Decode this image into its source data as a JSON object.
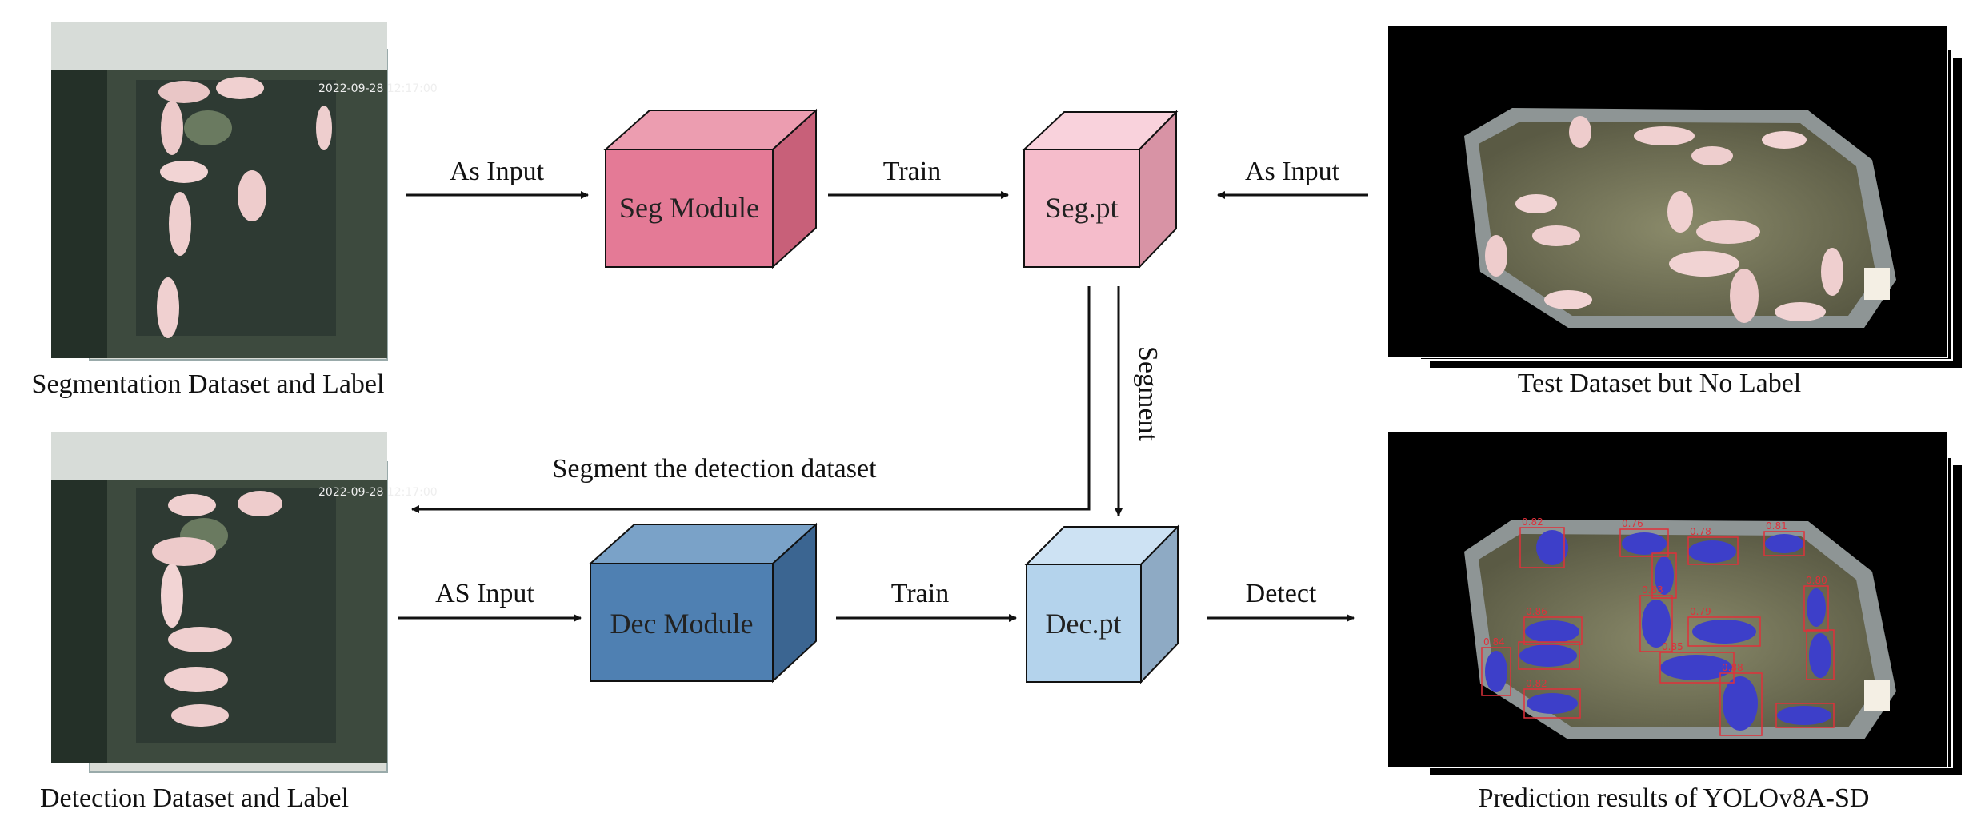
{
  "datasets": {
    "segmentation_label": "Segmentation Dataset and Label",
    "detection_label": "Detection Dataset and Label",
    "test_label": "Test Dataset but No Label",
    "prediction_label": "Prediction results of YOLOv8A-SD",
    "camera_timestamp": "2022-09-28 12:17:00"
  },
  "modules": {
    "seg_module": "Seg Module",
    "dec_module": "Dec Module",
    "seg_weights": "Seg.pt",
    "dec_weights": "Dec.pt"
  },
  "edges": {
    "seg_as_input": "As Input",
    "seg_train": "Train",
    "test_as_input": "As Input",
    "segment": "Segment",
    "segment_detection": "Segment the detection dataset",
    "dec_as_input": "AS Input",
    "dec_train": "Train",
    "detect": "Detect"
  },
  "prediction_scores": [
    "0.82",
    "0.76",
    "0.78",
    "0.81",
    "0.83",
    "0.79",
    "0.85",
    "0.88",
    "0.86",
    "0.84",
    "0.82",
    "0.80"
  ],
  "colors": {
    "seg_front": "#e47a96",
    "seg_top": "#ec9db0",
    "seg_side": "#c86079",
    "segpt_front": "#f5bccb",
    "segpt_top": "#f9d2dc",
    "segpt_side": "#d893a5",
    "dec_front": "#4f80b2",
    "dec_top": "#7aa2c8",
    "dec_side": "#3b6591",
    "decpt_front": "#b4d3ec",
    "decpt_top": "#cde2f3",
    "decpt_side": "#8eaac4",
    "mask_blue": "#3d3fc9",
    "box_red": "#e0303a"
  }
}
